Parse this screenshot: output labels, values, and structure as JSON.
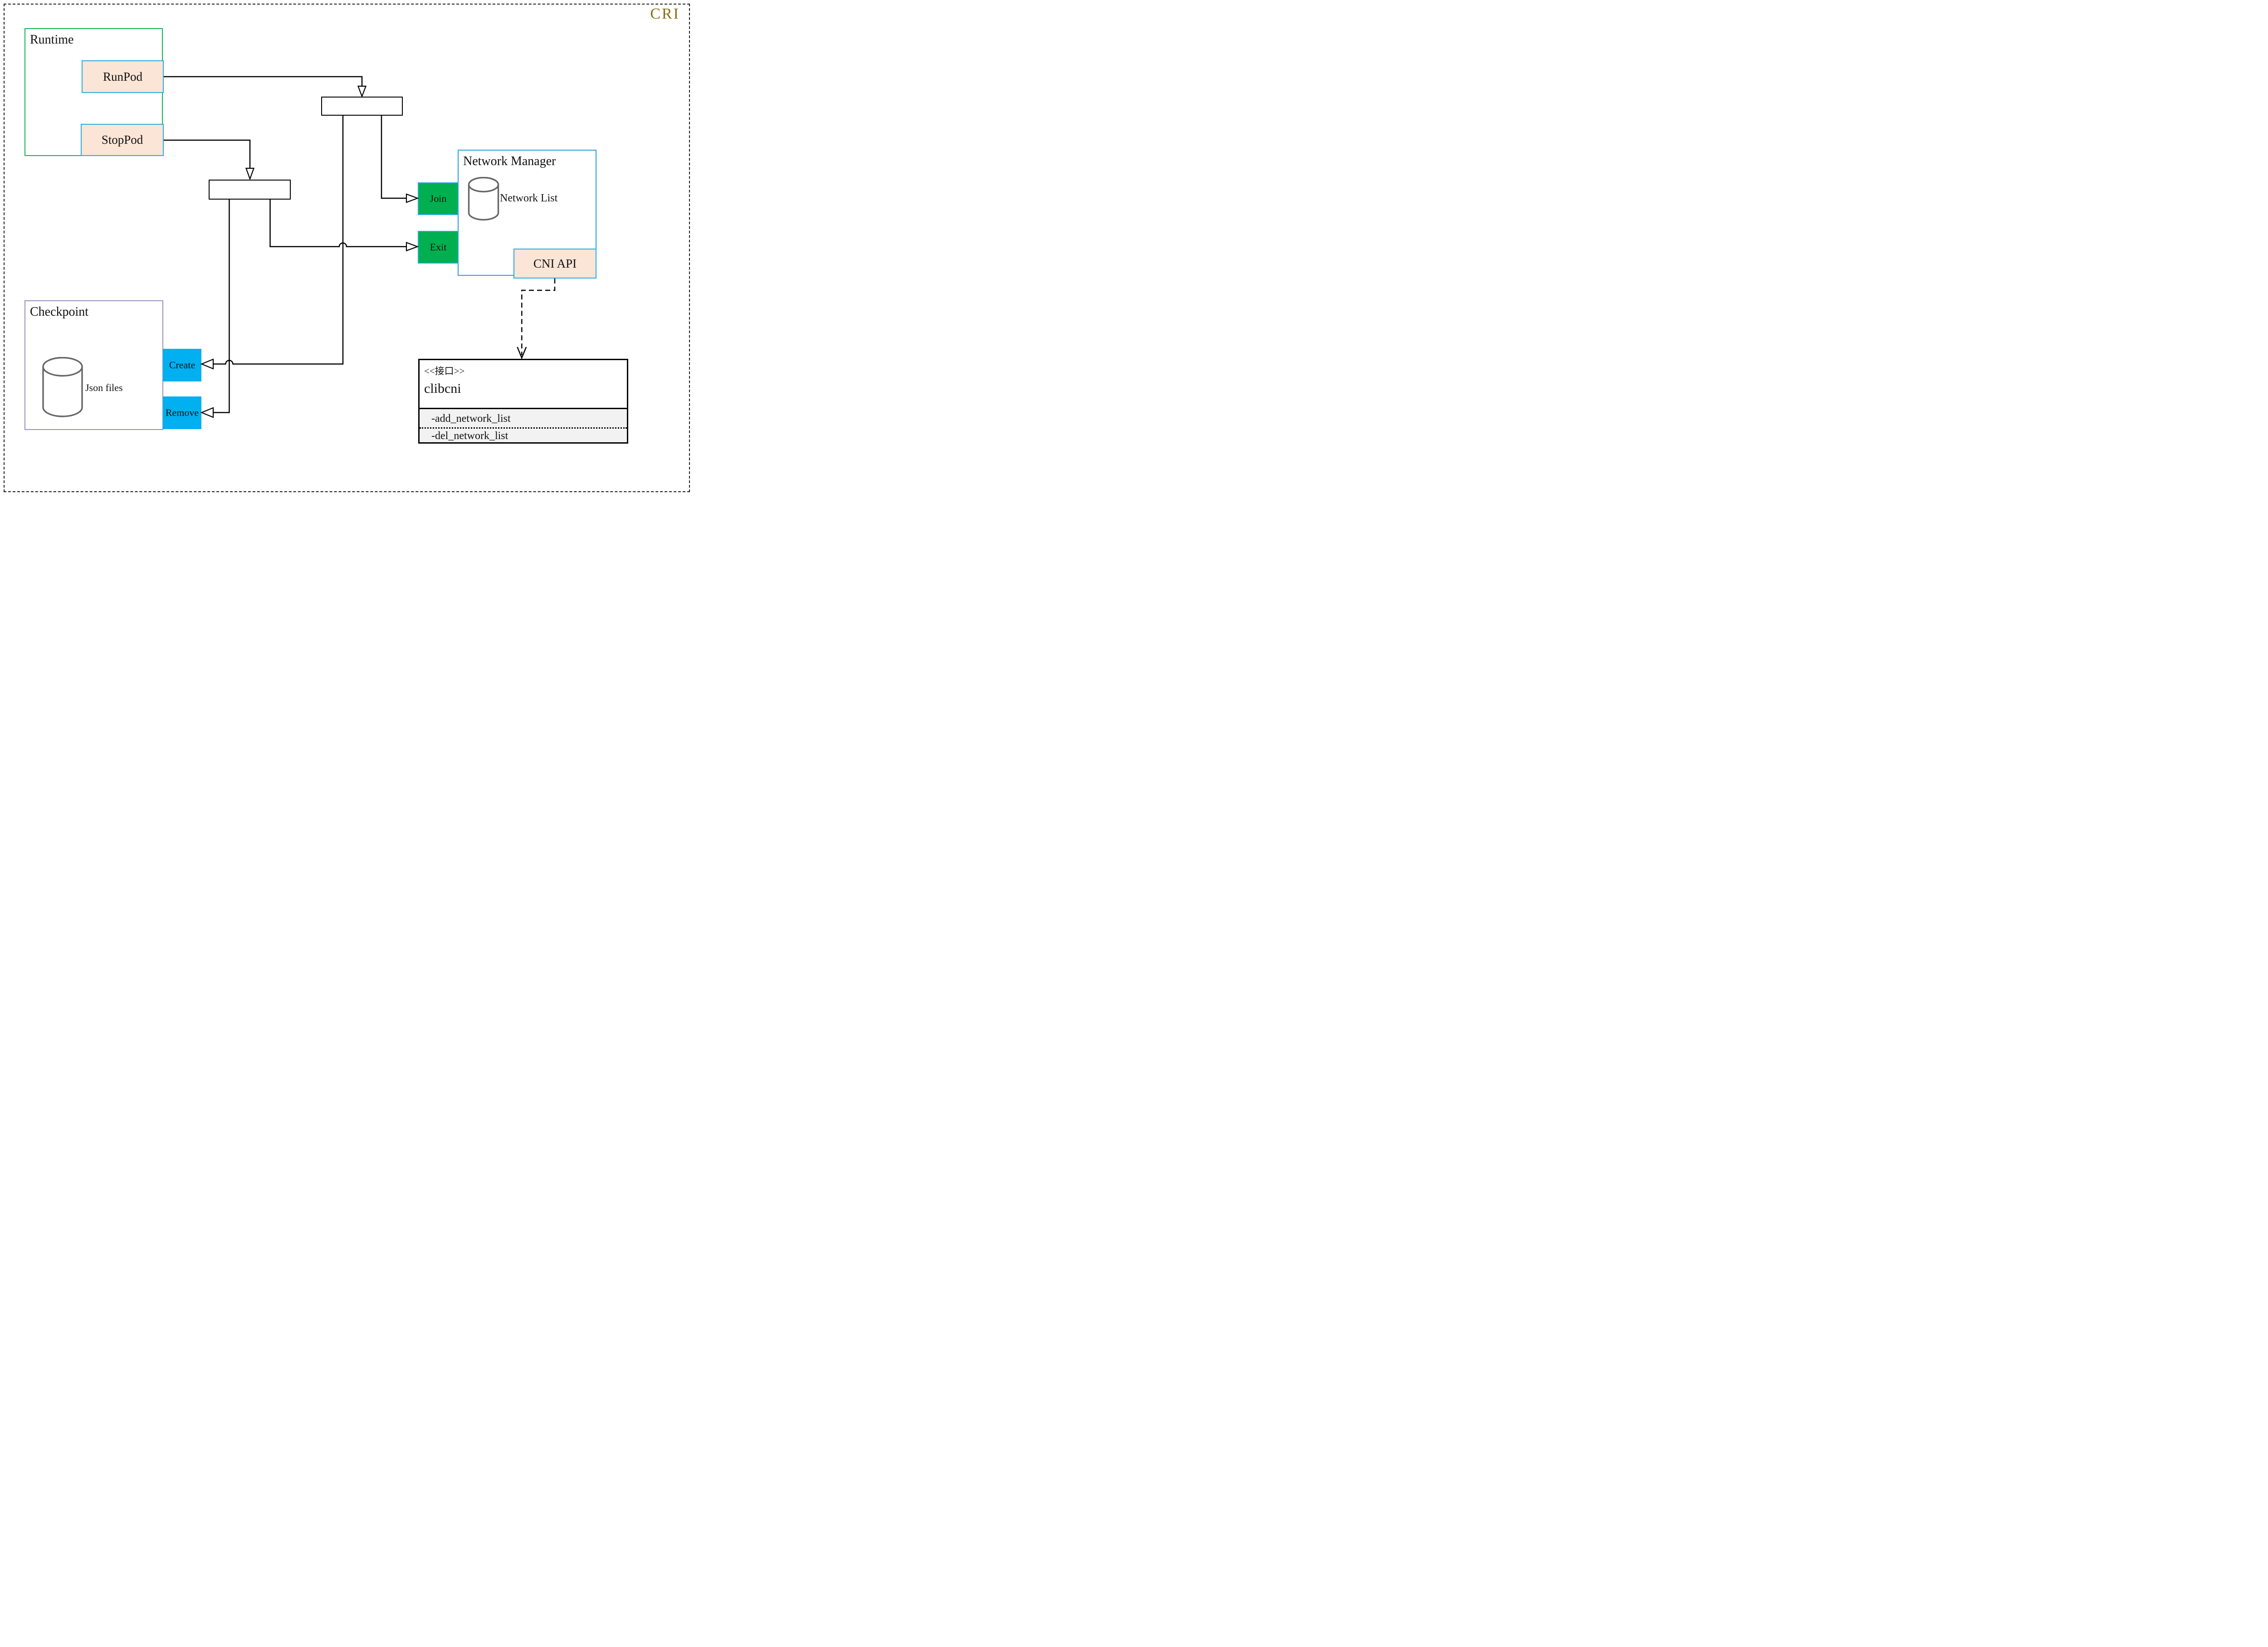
{
  "page": {
    "badge": "CRI"
  },
  "colors": {
    "badge_text": "#8a6c11",
    "peach_fill": "#fbe5d6",
    "cyan_border": "#29abe2",
    "green_fill": "#00b050",
    "blue_fill": "#00b0f0",
    "runtime_border": "#14b357",
    "checkpoint_border": "#9d8fbe",
    "network_manager_border": "#2d9dd9",
    "class_section_fill": "#f2f2f2",
    "cylinder_stroke": "#666666"
  },
  "runtime": {
    "title": "Runtime",
    "run_pod": "RunPod",
    "stop_pod": "StopPod"
  },
  "network_manager": {
    "title": "Network Manager",
    "datastore": "Network List",
    "join": "Join",
    "exit": "Exit",
    "cni_api": "CNI API"
  },
  "checkpoint": {
    "title": "Checkpoint",
    "datastore": "Json files",
    "create": "Create",
    "remove": "Remove"
  },
  "clibcni": {
    "stereotype": "<<接口>>",
    "name": "clibcni",
    "method_add": "-add_network_list",
    "method_del": "-del_network_list"
  }
}
